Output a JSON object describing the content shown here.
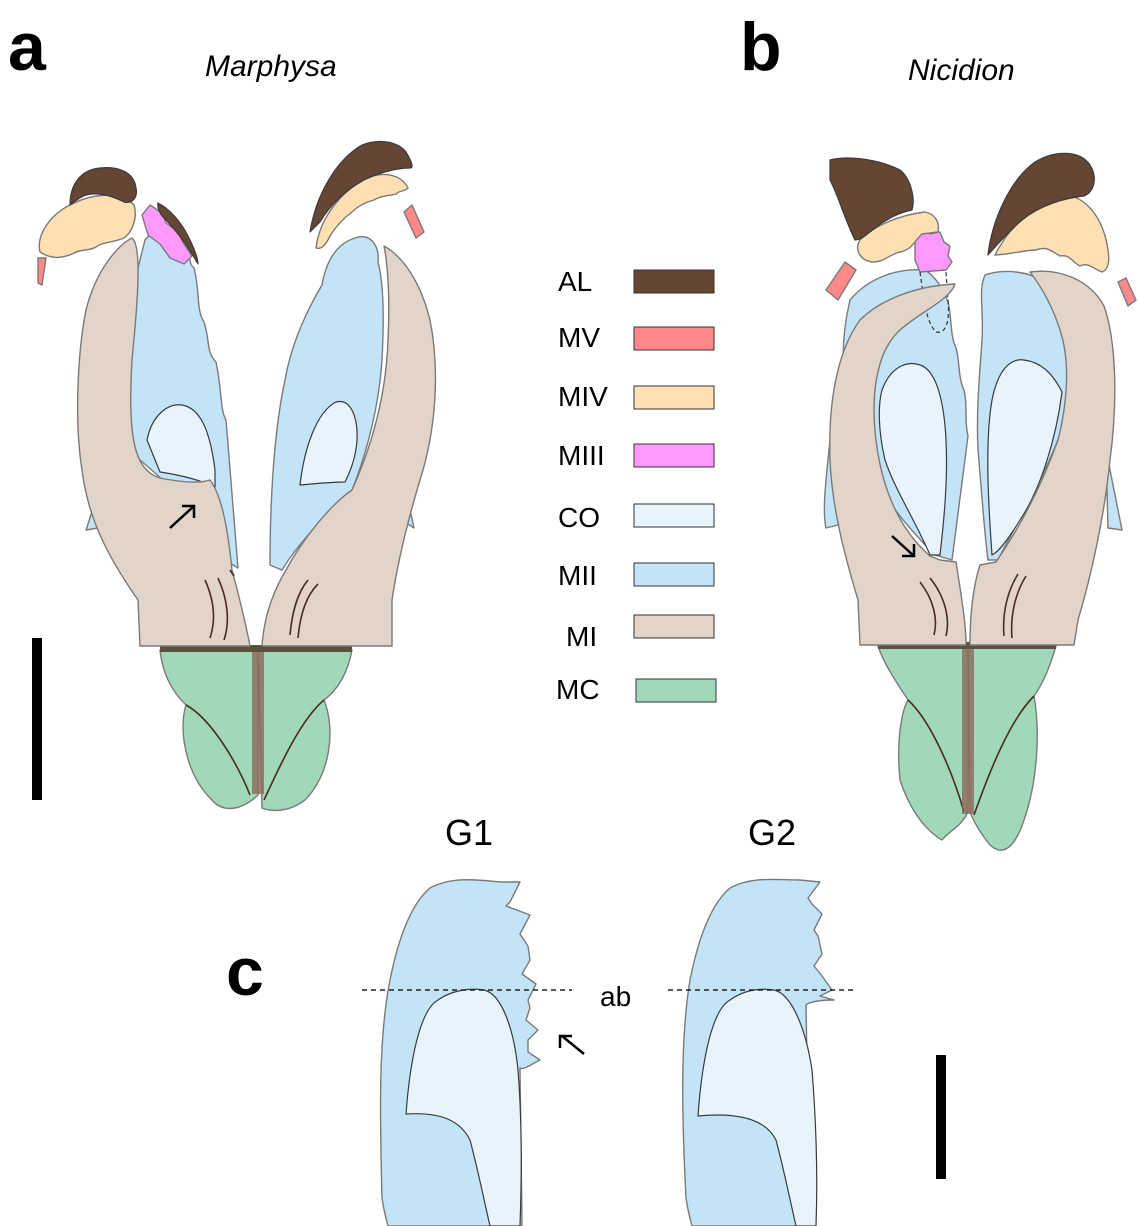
{
  "panels": {
    "a": {
      "letter": "a",
      "genus": "Marphysa"
    },
    "b": {
      "letter": "b",
      "genus": "Nicidion"
    },
    "c": {
      "letter": "c",
      "groups": [
        "G1",
        "G2"
      ],
      "abbreviation": "ab"
    }
  },
  "legend": [
    {
      "code": "AL",
      "color": "#654533"
    },
    {
      "code": "MV",
      "color": "#ff8888"
    },
    {
      "code": "MIV",
      "color": "#ffe0b2"
    },
    {
      "code": "MIII",
      "color": "#ff99ff"
    },
    {
      "code": "CO",
      "color": "#e8f4fb"
    },
    {
      "code": "MII",
      "color": "#c3e4f6"
    },
    {
      "code": "MI",
      "color": "#e2d4c8"
    },
    {
      "code": "MC",
      "color": "#a0d8b8"
    }
  ]
}
